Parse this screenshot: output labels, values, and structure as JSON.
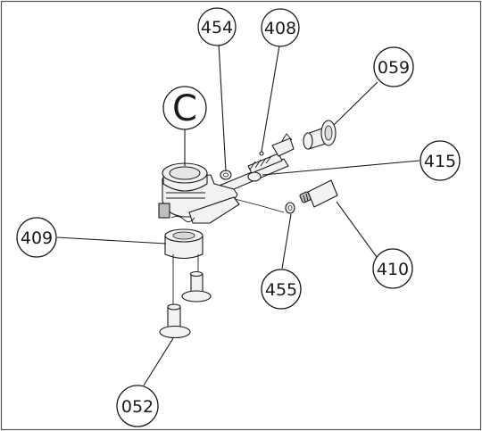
{
  "diagram": {
    "group_label": "C",
    "callouts": [
      {
        "id": "454",
        "label": "454"
      },
      {
        "id": "408",
        "label": "408"
      },
      {
        "id": "059",
        "label": "059"
      },
      {
        "id": "415",
        "label": "415"
      },
      {
        "id": "409",
        "label": "409"
      },
      {
        "id": "410",
        "label": "410"
      },
      {
        "id": "455",
        "label": "455"
      },
      {
        "id": "052",
        "label": "052"
      }
    ]
  }
}
